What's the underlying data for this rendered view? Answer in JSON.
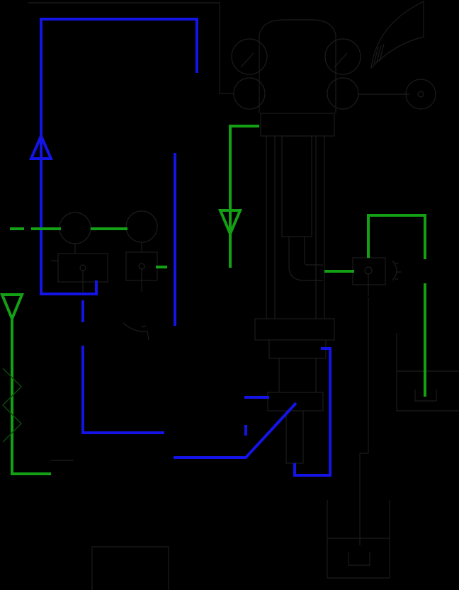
{
  "colors": {
    "background": "#000000",
    "equipment_outline": "#1c1c1c",
    "blue_line": "#1414e6",
    "green_line": "#14a014"
  },
  "elements": {
    "blue_flow_arrow": "hollow-triangle-up",
    "green_flow_arrow_center": "hollow-triangle-down",
    "green_flow_arrow_left": "hollow-triangle-down",
    "green_left_break": "zigzag-break"
  }
}
